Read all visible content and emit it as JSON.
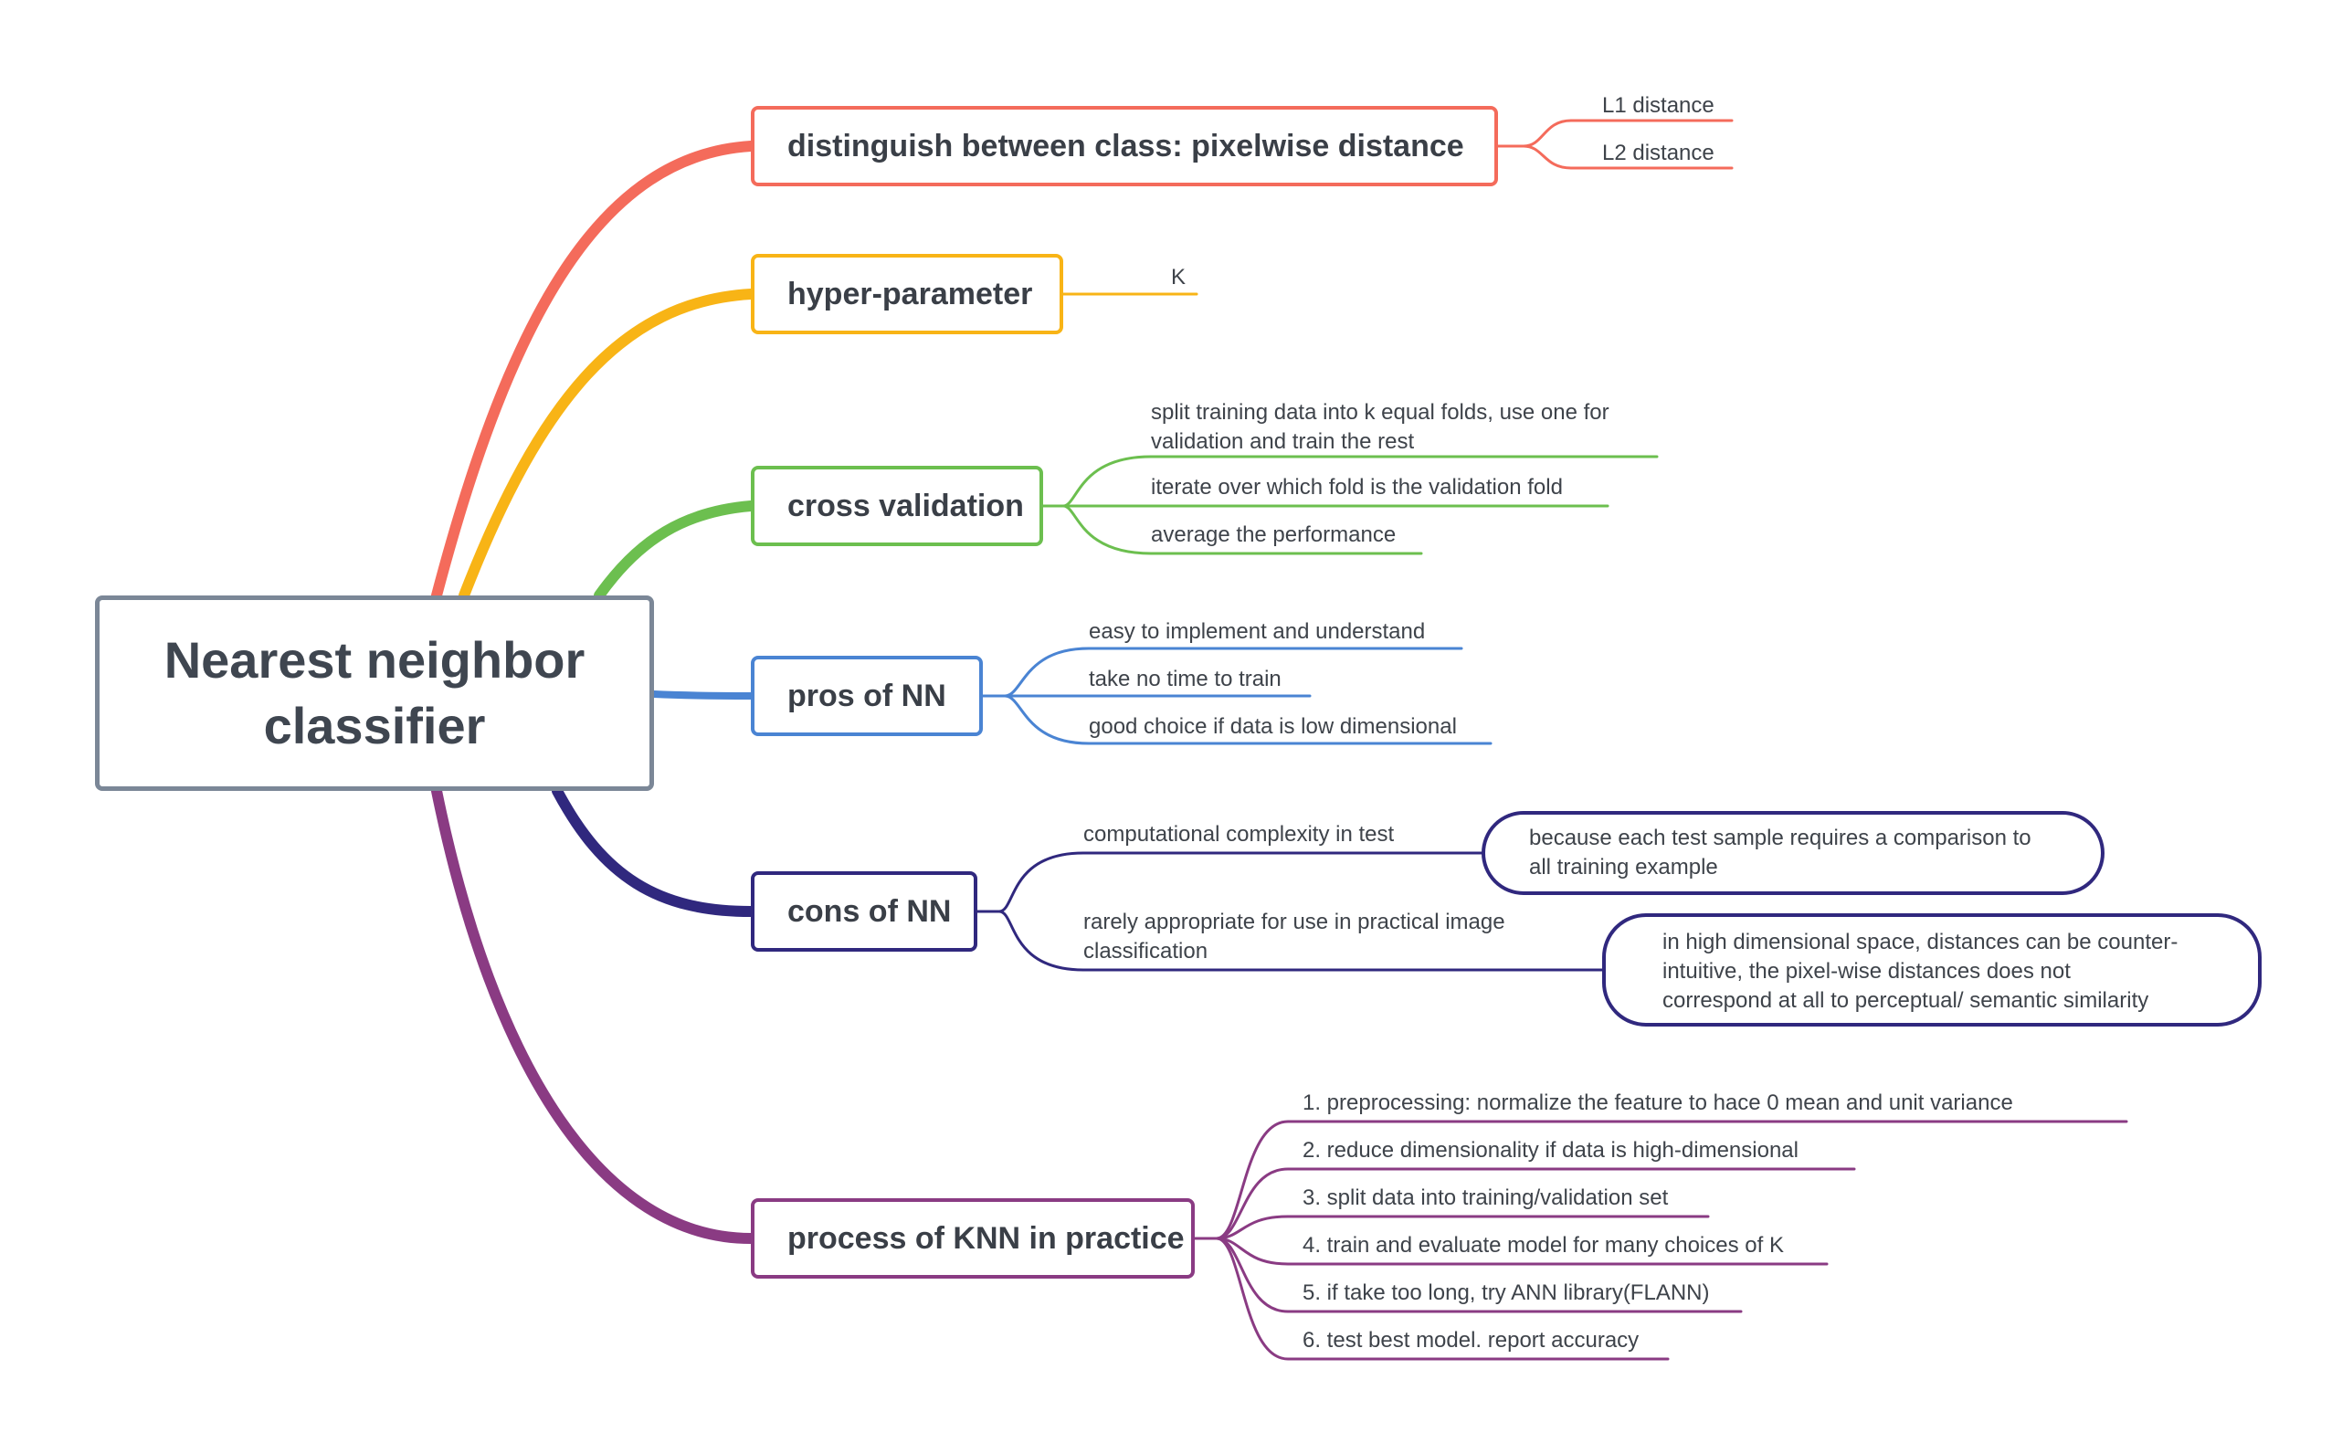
{
  "colors": {
    "root_border": "#7b8797",
    "red": "#f46b5b",
    "yellow": "#f8b416",
    "green": "#6cbf4f",
    "blue": "#4a84d3",
    "navy": "#30287e",
    "purple": "#8a3b83"
  },
  "root": {
    "label_line1": "Nearest neighbor",
    "label_line2": "classifier"
  },
  "branches": [
    {
      "label": "distinguish between class: pixelwise distance",
      "leaves": [
        "L1 distance",
        "L2 distance"
      ]
    },
    {
      "label": "hyper-parameter",
      "leaves": [
        "K"
      ]
    },
    {
      "label": "cross validation",
      "leaves": [
        {
          "line1": "split training data into k equal folds, use one for",
          "line2": "validation and train the rest"
        },
        "iterate over which fold is the validation fold",
        "average the performance"
      ]
    },
    {
      "label": "pros of NN",
      "leaves": [
        "easy to implement and understand",
        "take no time to train",
        "good choice if data is low dimensional"
      ]
    },
    {
      "label": "cons of NN",
      "leaves": [
        {
          "text": "computational complexity in test",
          "note": {
            "line1": "because each test sample requires a comparison to",
            "line2": "all training example"
          }
        },
        {
          "line1": "rarely appropriate for use in practical image",
          "line2": "classification",
          "note": {
            "line1": "in high dimensional space, distances can be counter-",
            "line2": "intuitive, the pixel-wise distances does not",
            "line3": "correspond at all to perceptual/ semantic similarity"
          }
        }
      ]
    },
    {
      "label": "process of KNN in practice",
      "leaves": [
        "1. preprocessing: normalize the feature to hace 0 mean and unit variance",
        "2.  reduce dimensionality if data is high-dimensional",
        "3.  split data into training/validation set",
        "4. train and evaluate model for many choices of K",
        "5. if take too long, try ANN library(FLANN)",
        "6. test best model. report accuracy"
      ]
    }
  ]
}
